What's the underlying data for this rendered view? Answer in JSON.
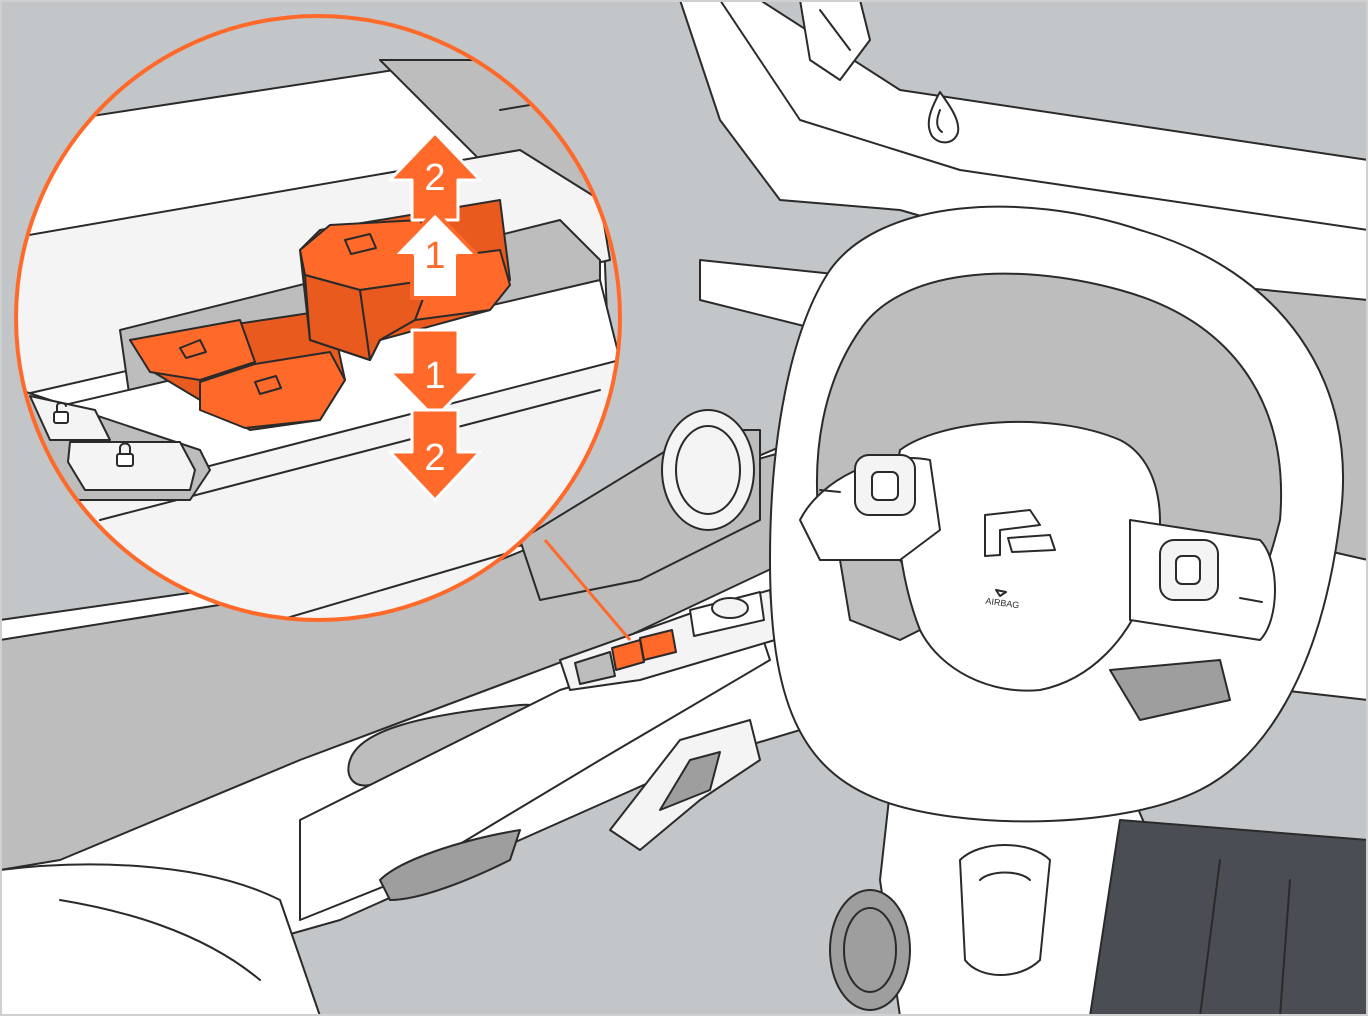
{
  "callouts": {
    "up_step_1": "1",
    "up_step_2": "2",
    "down_step_1": "1",
    "down_step_2": "2"
  },
  "steering_wheel": {
    "badge_text": "AIRBAG"
  },
  "colors": {
    "accent": "#ff6a2b",
    "background_sky": "#c2c6c8",
    "panel_gray": "#bdbdbd",
    "floor_dark": "#4a4e54"
  },
  "icons": [
    "window-switch-icon",
    "lock-icon",
    "unlock-icon",
    "wiper-fluid-icon",
    "brand-logo-icon"
  ]
}
